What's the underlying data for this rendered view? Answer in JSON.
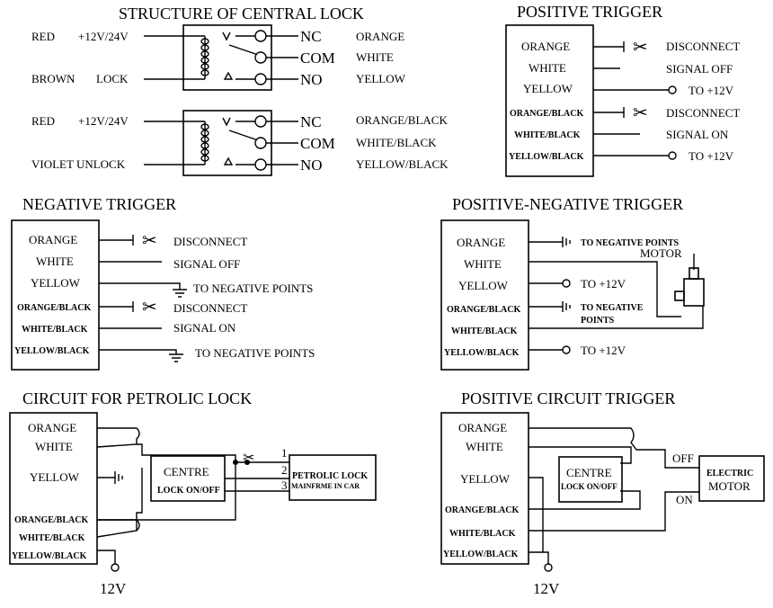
{
  "central_lock": {
    "title": "STRUCTURE OF CENTRAL LOCK",
    "relay1": {
      "left_top_color": "RED",
      "left_top_voltage": "+12V/24V",
      "left_bottom_color": "BROWN",
      "left_bottom_func": "LOCK",
      "nc": "NC",
      "com": "COM",
      "no": "NO",
      "nc_wire": "ORANGE",
      "com_wire": "WHITE",
      "no_wire": "YELLOW"
    },
    "relay2": {
      "left_top_color": "RED",
      "left_top_voltage": "+12V/24V",
      "left_bottom_label": "VIOLET UNLOCK",
      "nc": "NC",
      "com": "COM",
      "no": "NO",
      "nc_wire": "ORANGE/BLACK",
      "com_wire": "WHITE/BLACK",
      "no_wire": "YELLOW/BLACK"
    }
  },
  "positive_trigger": {
    "title": "POSITIVE TRIGGER",
    "wires": [
      "ORANGE",
      "WHITE",
      "YELLOW",
      "ORANGE/BLACK",
      "WHITE/BLACK",
      "YELLOW/BLACK"
    ],
    "notes": [
      "DISCONNECT",
      "SIGNAL OFF",
      "TO +12V",
      "DISCONNECT",
      "SIGNAL ON",
      "TO +12V"
    ]
  },
  "negative_trigger": {
    "title": "NEGATIVE TRIGGER",
    "wires": [
      "ORANGE",
      "WHITE",
      "YELLOW",
      "ORANGE/BLACK",
      "WHITE/BLACK",
      "YELLOW/BLACK"
    ],
    "notes": [
      "DISCONNECT",
      "SIGNAL OFF",
      "TO NEGATIVE POINTS",
      "DISCONNECT",
      "SIGNAL ON",
      "TO NEGATIVE POINTS"
    ]
  },
  "pos_neg_trigger": {
    "title": "POSITIVE-NEGATIVE TRIGGER",
    "wires": [
      "ORANGE",
      "WHITE",
      "YELLOW",
      "ORANGE/BLACK",
      "WHITE/BLACK",
      "YELLOW/BLACK"
    ],
    "notes": [
      "TO NEGATIVE POINTS",
      "TO +12V",
      "TO NEGATIVE",
      "POINTS",
      "TO +12V"
    ],
    "motor": "MOTOR"
  },
  "petrolic_lock": {
    "title": "CIRCUIT FOR PETROLIC LOCK",
    "wires": [
      "ORANGE",
      "WHITE",
      "YELLOW",
      "ORANGE/BLACK",
      "WHITE/BLACK",
      "YELLOW/BLACK"
    ],
    "centre_title": "CENTRE",
    "centre_sub": "LOCK ON/OFF",
    "lock_title": "PETROLIC LOCK",
    "lock_sub": "MAINFRME IN CAR",
    "pins": [
      "1",
      "2",
      "3"
    ],
    "supply": "12V"
  },
  "positive_circuit": {
    "title": "POSITIVE CIRCUIT TRIGGER",
    "wires": [
      "ORANGE",
      "WHITE",
      "YELLOW",
      "ORANGE/BLACK",
      "WHITE/BLACK",
      "YELLOW/BLACK"
    ],
    "centre_title": "CENTRE",
    "centre_sub": "LOCK ON/OFF",
    "off": "OFF",
    "on": "ON",
    "motor_title": "ELECTRIC",
    "motor_sub": "MOTOR",
    "supply": "12V"
  }
}
